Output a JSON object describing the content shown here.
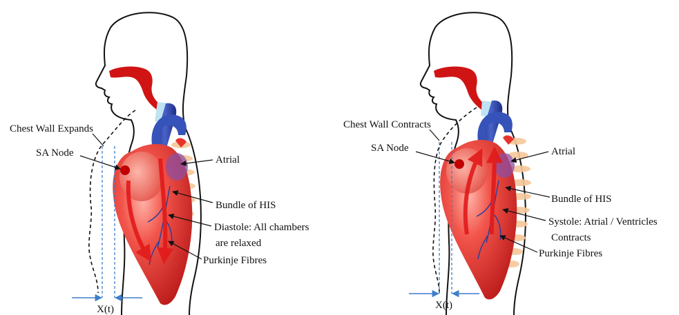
{
  "left_panel": {
    "chest_wall_label": "Chest Wall Expands",
    "sa_node_label": "SA Node",
    "atrial_label": "Atrial",
    "bundle_label": "Bundle of HIS",
    "phase_line1": "Diastole: All chambers",
    "phase_line2": "are relaxed",
    "purkinje_label": "Purkinje Fibres",
    "displacement_label": "X(t)"
  },
  "right_panel": {
    "chest_wall_label": "Chest Wall Contracts",
    "sa_node_label": "SA Node",
    "atrial_label": "Atrial",
    "bundle_label": "Bundle of HIS",
    "phase_line1": "Systole: Atrial / Ventricles",
    "phase_line2": "Contracts",
    "purkinje_label": "Purkinje Fibres",
    "displacement_label": "X(t)"
  },
  "colors": {
    "heart": "#e8322c",
    "heart_dark": "#b81c1c",
    "vessel": "#2a3f9c",
    "airway": "#d01414",
    "arrow": "#e21a1a",
    "measure": "#3d7fc9",
    "spine": "#f6c79a"
  }
}
